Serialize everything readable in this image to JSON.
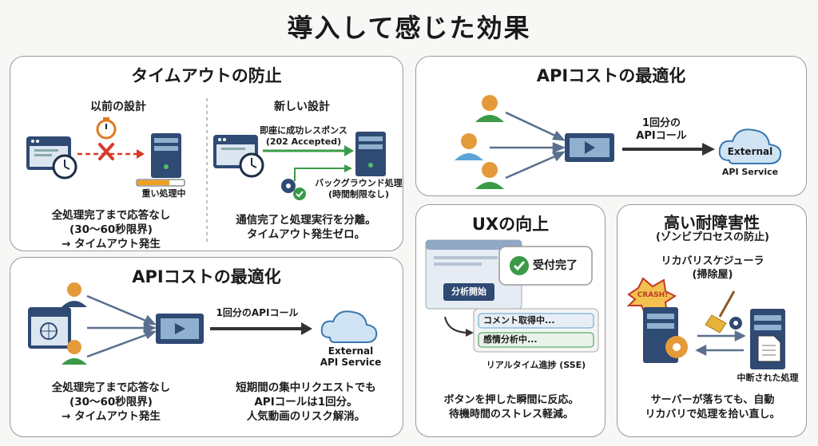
{
  "main_title": "導入して感じた効果",
  "card_timeout": {
    "title": "タイムアウトの防止",
    "before_title": "以前の設計",
    "after_title": "新しい設計",
    "heavy_label": "重い処理中",
    "immediate_label": "即座に成功レスポンス",
    "accepted_label": "(202 Accepted)",
    "background_label": "バックグラウンド処理",
    "no_limit_label": "(時間制限なし)",
    "before_desc": [
      "全処理完了まで応答なし",
      "(30〜60秒限界)",
      "→ タイムアウト発生"
    ],
    "after_desc": [
      "通信完了と処理実行を分離。",
      "タイムアウト発生ゼロ。"
    ]
  },
  "card_api_left": {
    "title": "APIコストの最適化",
    "call_label": "1回分のAPIコール",
    "external_label": [
      "External",
      "API Service"
    ],
    "left_desc": [
      "全処理完了まで応答なし",
      "(30〜60秒限界)",
      "→ タイムアウト発生"
    ],
    "right_desc": [
      "短期間の集中リクエストでも",
      "APIコールは1回分。",
      "人気動画のリスク解消。"
    ]
  },
  "card_api_right": {
    "title": "APIコストの最適化",
    "call_label": [
      "1回分の",
      "APIコール"
    ],
    "cloud_label": "External",
    "service_label": "API Service"
  },
  "card_ux": {
    "title": "UXの向上",
    "accepted_popup": "受付完了",
    "start_button": "分析開始",
    "progress_items": [
      "コメント取得中...",
      "感情分析中..."
    ],
    "realtime_label": "リアルタイム進捗 (SSE)",
    "desc": [
      "ボタンを押した瞬間に反応。",
      "待機時間のストレス軽減。"
    ]
  },
  "card_fault": {
    "title": "高い耐障害性",
    "subtitle": "(ゾンビプロセスの防止)",
    "scheduler_label": [
      "リカバリスケジューラ",
      "(掃除屋)"
    ],
    "crash_label": "CRASH!",
    "interrupted_label": "中断された処理",
    "desc": [
      "サーバーが落ちても、自動",
      "リカバリで処理を拾い直し。"
    ]
  },
  "colors": {
    "green": "#3a9a48",
    "red": "#d93a2b",
    "navy": "#2f4a73",
    "blue_light": "#5ba4d8",
    "orange": "#e59a3a"
  }
}
